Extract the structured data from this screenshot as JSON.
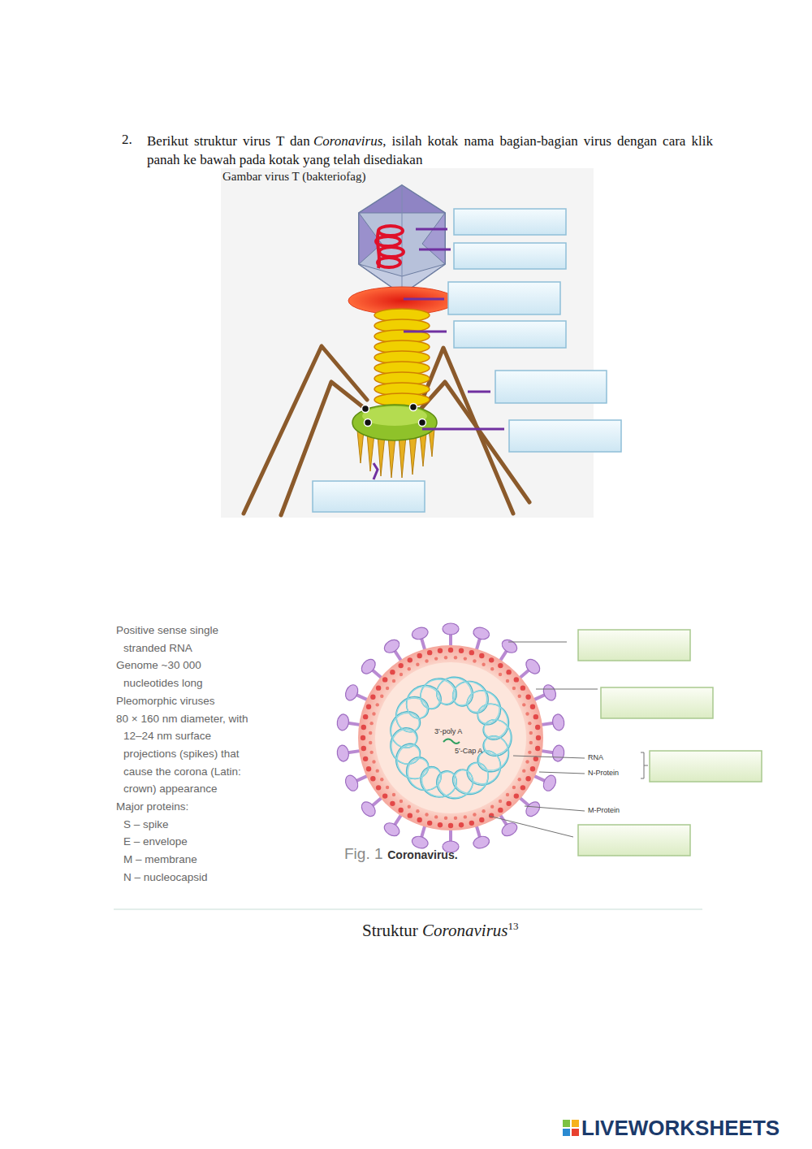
{
  "diagram": {
    "labels": [
      "2.",
      "Berikut struktur virus T dan",
      "Coronavirus",
      ", isilah kotak nama bagian-bagian virus dengan cara klik panah ke bawah pada kotak yang telah disediakan",
      "Gambar virus T (bakteriofag)",
      "Positive sense single stranded RNA",
      "Genome ~30 000 nucleotides long",
      "Pleomorphic viruses",
      "80 × 160 nm diameter, with 12–24 nm surface projections (spikes) that cause the corona (Latin: crown) appearance",
      "Major proteins:",
      "S – spike",
      "E – envelope",
      "M – membrane",
      "N – nucleocapsid",
      "3'-poly A",
      "5'-Cap A",
      "RNA",
      "N-Protein",
      "M-Protein",
      "Fig. 1",
      "Coronavirus.",
      "Struktur",
      "Coronavirus",
      "13",
      "LIVEWORKSHEETS"
    ]
  }
}
